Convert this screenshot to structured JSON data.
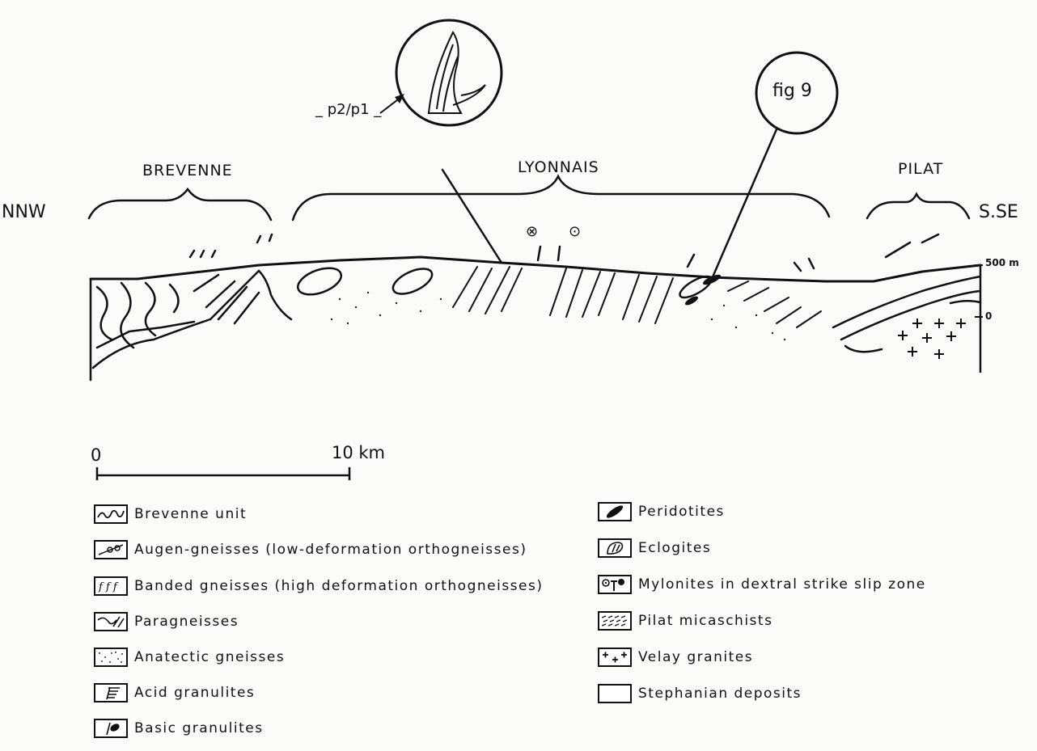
{
  "regions": {
    "brevenne": "BREVENNE",
    "lyonnais": "LYONNAIS",
    "pilat": "PILAT"
  },
  "directions": {
    "left": "NNW",
    "right": "S.SE"
  },
  "callouts": {
    "fold_label": "_ p2/p1 _",
    "fig_label": "fig 9"
  },
  "vertical_scale": {
    "top": "500 m",
    "zero": "0"
  },
  "structural_symbols": {
    "into_page": "⊗",
    "out_of_page": "⊙"
  },
  "scale_bar": {
    "start": "0",
    "end": "10 km"
  },
  "legend_left": [
    {
      "label": "Brevenne unit",
      "icon": "brevenne-icon"
    },
    {
      "label": "Augen-gneisses (low-deformation orthogneisses)",
      "icon": "augen-icon"
    },
    {
      "label": "Banded gneisses (high deformation orthogneisses)",
      "icon": "banded-icon"
    },
    {
      "label": "Paragneisses",
      "icon": "paragneiss-icon"
    },
    {
      "label": "Anatectic  gneisses",
      "icon": "anatectic-icon"
    },
    {
      "label": "Acid granulites",
      "icon": "acid-granulite-icon"
    },
    {
      "label": "Basic granulites",
      "icon": "basic-granulite-icon"
    }
  ],
  "legend_right": [
    {
      "label": "Peridotites",
      "icon": "peridotite-icon"
    },
    {
      "label": "Eclogites",
      "icon": "eclogite-icon"
    },
    {
      "label": "Mylonites in dextral strike slip zone",
      "icon": "mylonite-icon"
    },
    {
      "label": "Pilat micaschists",
      "icon": "micaschist-icon"
    },
    {
      "label": "Velay granites",
      "icon": "granite-icon"
    },
    {
      "label": "Stephanian deposits",
      "icon": "stephanian-icon"
    }
  ]
}
